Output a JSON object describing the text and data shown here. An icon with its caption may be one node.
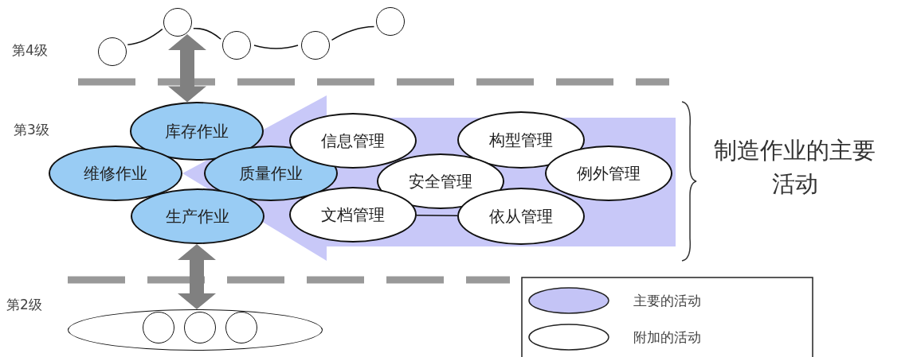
{
  "diagram": {
    "nodes": [
      {
        "text": [],
        "shape": "circle"
      },
      {
        "text": [],
        "shape": "circle"
      },
      {
        "text": [],
        "shape": "circle"
      },
      {
        "text": [],
        "shape": "circle"
      },
      {
        "text": [],
        "shape": "circle"
      },
      {
        "text": [
          "库存作业"
        ]
      },
      {
        "text": [
          "维修作业"
        ]
      },
      {
        "text": [
          "质量作业"
        ]
      },
      {
        "text": [
          "生产作业"
        ]
      },
      {
        "text": [
          "信息管理"
        ]
      },
      {
        "text": [
          "构型管理"
        ]
      },
      {
        "text": [
          "安全管理"
        ]
      },
      {
        "text": [
          "例外管理"
        ]
      },
      {
        "text": [
          "文档管理"
        ]
      },
      {
        "text": [
          "依从管理"
        ]
      },
      {
        "text": [],
        "shape": "ellipse"
      },
      {
        "text": [],
        "shape": "circle",
        "in": 15
      },
      {
        "text": [],
        "shape": "circle",
        "in": 15
      },
      {
        "text": [],
        "shape": "circle",
        "in": 15
      }
    ],
    "edges": [
      {
        "from": 0,
        "to": 1,
        "arrow": "none"
      },
      {
        "from": 1,
        "to": 2,
        "arrow": "none"
      },
      {
        "from": 2,
        "to": 3,
        "arrow": "none"
      },
      {
        "from": 3,
        "to": 4,
        "arrow": "none"
      },
      {
        "from": 5,
        "to": 1,
        "arrow": "both",
        "style": "thick",
        "color": "#808080"
      },
      {
        "from": 13,
        "to": 14,
        "arrow": "none"
      },
      {
        "from": 8,
        "to": 15,
        "arrow": "both",
        "style": "thick",
        "color": "#808080"
      },
      {
        "from": null,
        "to": 6,
        "arrow": "to",
        "style": "thick",
        "color": "#c8c8f8"
      }
    ],
    "labels": [
      "第4级",
      "第3级",
      "制造作业的主要活动",
      "第2级"
    ],
    "legend": [
      {
        "text": "主要的活动",
        "color": "#c4c4f6"
      },
      {
        "text": "附加的活动",
        "color": "#ffffff"
      }
    ]
  }
}
